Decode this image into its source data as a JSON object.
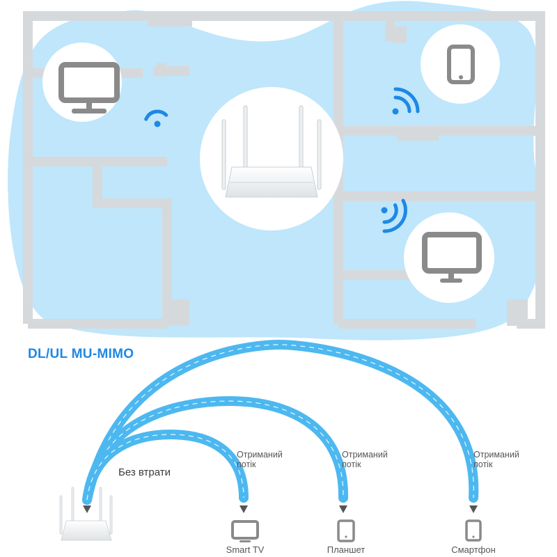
{
  "title": "DL/UL MU-MIMO",
  "lossless_label": "Без втрати",
  "stream_label_line1": "Отриманий",
  "stream_label_line2": "потік",
  "devices": [
    {
      "id": "tv",
      "label": "Smart TV"
    },
    {
      "id": "tablet",
      "label": "Планшет"
    },
    {
      "id": "phone",
      "label": "Смартфон"
    }
  ],
  "colors": {
    "accent": "#1e88e5",
    "coverage": "#bfe6fb",
    "beam": "#4db8f0",
    "wall": "#d6d9dc",
    "device_gray": "#8a8a8a"
  },
  "icons": [
    "monitor-icon",
    "tablet-icon",
    "router-icon",
    "wifi-signal-icon",
    "smart-tv-icon",
    "smartphone-icon"
  ]
}
